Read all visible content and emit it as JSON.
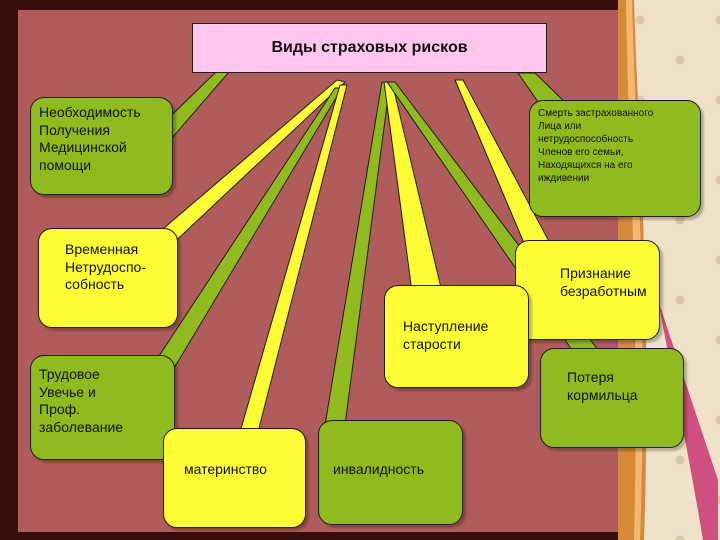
{
  "title": "Виды страховых рисков",
  "nodes": {
    "medical": "Необходимость\nПолучения\nМедицинской\nпомощи",
    "temp": "Временная\nНетрудоспо-\nсобность",
    "injury": "Трудовое\nУвечье и\nПроф.\nзаболевание",
    "maternity": "материнство",
    "disability": "инвалидность",
    "old_age": "Наступление\nстарости",
    "unemployed": "Признание\nбезработным",
    "breadwinner": "Потеря\nкормильца",
    "death": "Смерть застрахованного\nЛица или\nнетрудоспособность\nЧленов его семьи,\nНаходящихся на его\nиждивении"
  },
  "colors": {
    "background": "#b15c5c",
    "green": "#90bb1e",
    "yellow": "#fdfd36",
    "title_fill": "#ffc6ee"
  }
}
